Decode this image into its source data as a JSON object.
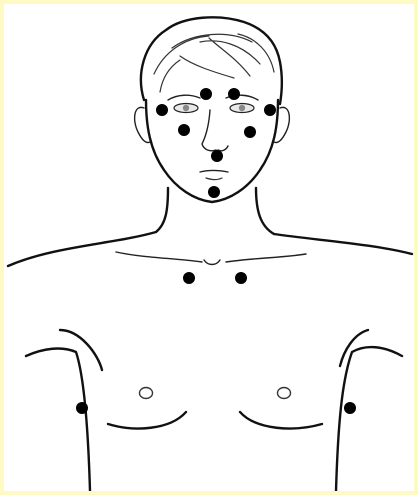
{
  "figure": {
    "background": "#ffffff",
    "border_color": "#fff9c4",
    "line_color": "#111111",
    "dot_color": "#000000"
  },
  "points": [
    {
      "id": "forehead-left"
    },
    {
      "id": "forehead-right"
    },
    {
      "id": "temple-left"
    },
    {
      "id": "temple-right"
    },
    {
      "id": "cheek-left"
    },
    {
      "id": "cheek-right"
    },
    {
      "id": "nose-tip"
    },
    {
      "id": "chin"
    },
    {
      "id": "chest-left"
    },
    {
      "id": "chest-right"
    },
    {
      "id": "armpit-left"
    },
    {
      "id": "armpit-right"
    }
  ]
}
